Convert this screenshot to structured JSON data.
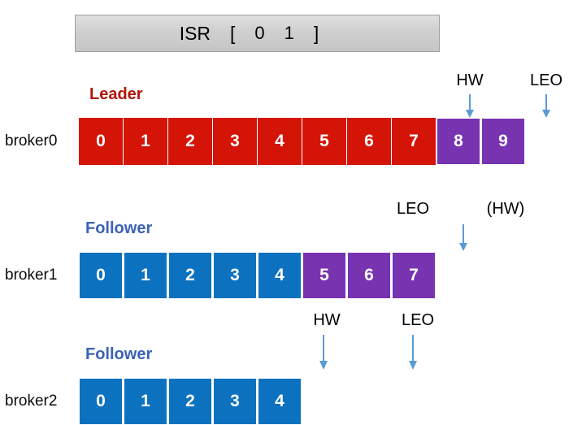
{
  "diagram": {
    "title_box": {
      "label": "ISR",
      "open_bracket": "[",
      "members": [
        "0",
        "1"
      ],
      "close_bracket": "]"
    },
    "colors": {
      "leader_red": "#d51408",
      "follower_blue": "#0c72c0",
      "uncommitted_purple": "#7733b0",
      "arrow_blue": "#5b9bd5",
      "leader_text": "#b01608",
      "follower_text": "#3b63b5",
      "isr_box_fill": "#cfcfcf"
    },
    "rows": [
      {
        "broker": "broker0",
        "role": "Leader",
        "role_color": "#b01608",
        "cells": [
          {
            "value": "0",
            "color": "red"
          },
          {
            "value": "1",
            "color": "red"
          },
          {
            "value": "2",
            "color": "red"
          },
          {
            "value": "3",
            "color": "red"
          },
          {
            "value": "4",
            "color": "red"
          },
          {
            "value": "5",
            "color": "red"
          },
          {
            "value": "6",
            "color": "red"
          },
          {
            "value": "7",
            "color": "red"
          },
          {
            "value": "8",
            "color": "purple"
          },
          {
            "value": "9",
            "color": "purple"
          }
        ],
        "markers": [
          {
            "label": "HW",
            "has_arrow": true
          },
          {
            "label": "LEO",
            "has_arrow": true
          }
        ]
      },
      {
        "broker": "broker1",
        "role": "Follower",
        "role_color": "#3b63b5",
        "cells": [
          {
            "value": "0",
            "color": "blue"
          },
          {
            "value": "1",
            "color": "blue"
          },
          {
            "value": "2",
            "color": "blue"
          },
          {
            "value": "3",
            "color": "blue"
          },
          {
            "value": "4",
            "color": "blue"
          },
          {
            "value": "5",
            "color": "purple"
          },
          {
            "value": "6",
            "color": "purple"
          },
          {
            "value": "7",
            "color": "purple"
          }
        ],
        "markers": [
          {
            "label": "LEO",
            "has_arrow": true
          },
          {
            "label": "(HW)",
            "has_arrow": false
          }
        ]
      },
      {
        "broker": "broker2",
        "role": "Follower",
        "role_color": "#3b63b5",
        "cells": [
          {
            "value": "0",
            "color": "blue"
          },
          {
            "value": "1",
            "color": "blue"
          },
          {
            "value": "2",
            "color": "blue"
          },
          {
            "value": "3",
            "color": "blue"
          },
          {
            "value": "4",
            "color": "blue"
          }
        ],
        "markers": [
          {
            "label": "HW",
            "has_arrow": true
          },
          {
            "label": "LEO",
            "has_arrow": true
          }
        ]
      }
    ]
  }
}
